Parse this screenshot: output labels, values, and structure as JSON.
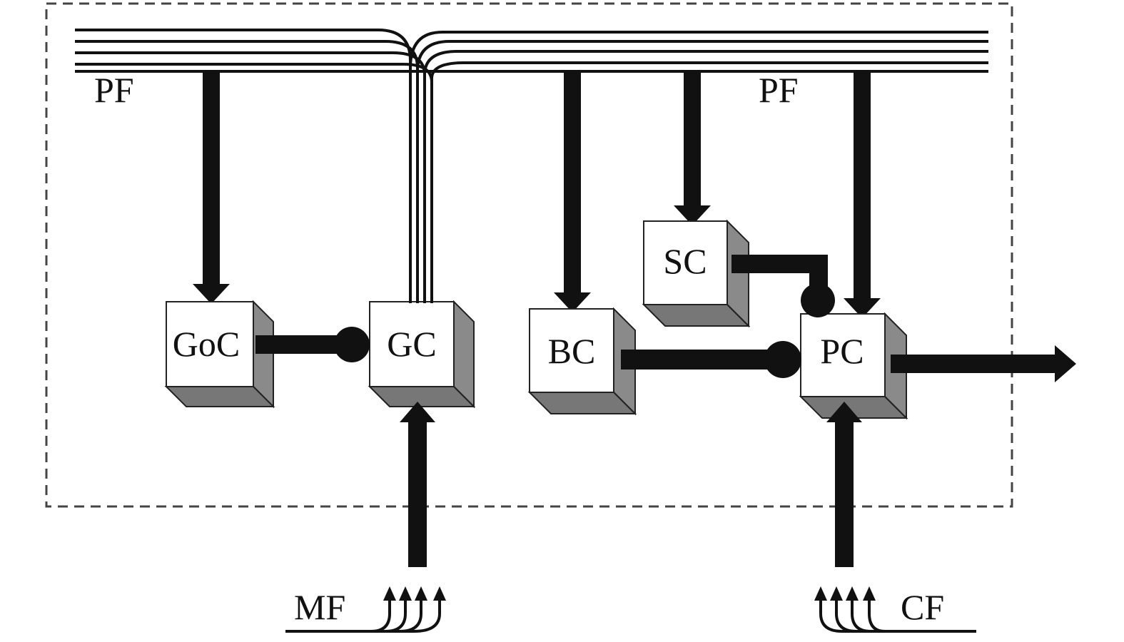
{
  "labels": {
    "pf_left": "PF",
    "pf_right": "PF",
    "mf": "MF",
    "cf": "CF"
  },
  "cells": {
    "goc": "GoC",
    "gc": "GC",
    "bc": "BC",
    "sc": "SC",
    "pc": "PC"
  },
  "colors": {
    "line": "#111111",
    "box_face": "#ffffff",
    "box_side": "#8a8a8a",
    "box_bottom": "#777777",
    "border_dashed": "#444444"
  }
}
